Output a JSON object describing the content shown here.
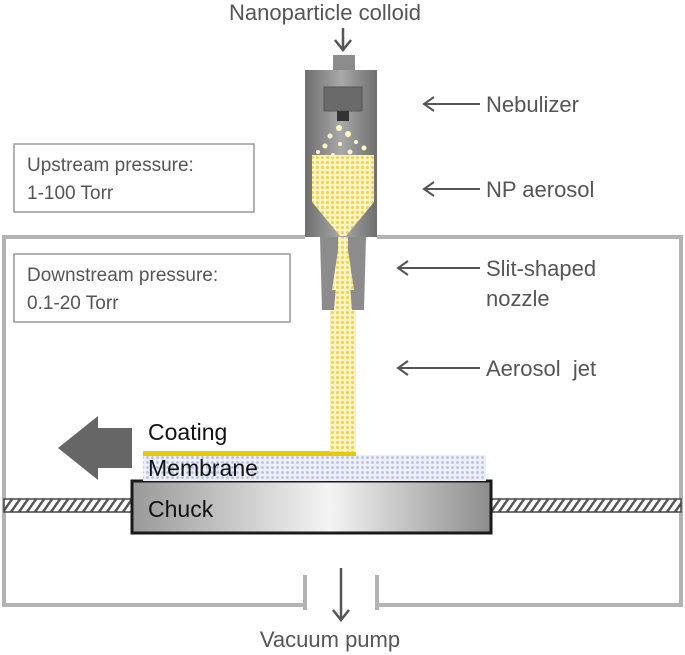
{
  "labels": {
    "nanoparticle_colloid": "Nanoparticle colloid",
    "nebulizer": "Nebulizer",
    "np_aerosol": "NP aerosol",
    "nozzle_line1": "Slit-shaped",
    "nozzle_line2": "nozzle",
    "aerosol_jet": "Aerosol  jet",
    "coating": "Coating",
    "membrane": "Membrane",
    "chuck": "Chuck",
    "vacuum_pump": "Vacuum pump"
  },
  "pressure_boxes": {
    "upstream_line1": "Upstream pressure:",
    "upstream_line2": "1-100 Torr",
    "downstream_line1": "Downstream pressure:",
    "downstream_line2": "0.1-20 Torr"
  },
  "colors": {
    "aerosol": "#f2dc55",
    "coating": "#e8c800",
    "membrane": "#c9cfe9",
    "nozzle": "#8c8c8c",
    "chamber_outline": "#b3b3b3",
    "arrow": "#666666"
  }
}
